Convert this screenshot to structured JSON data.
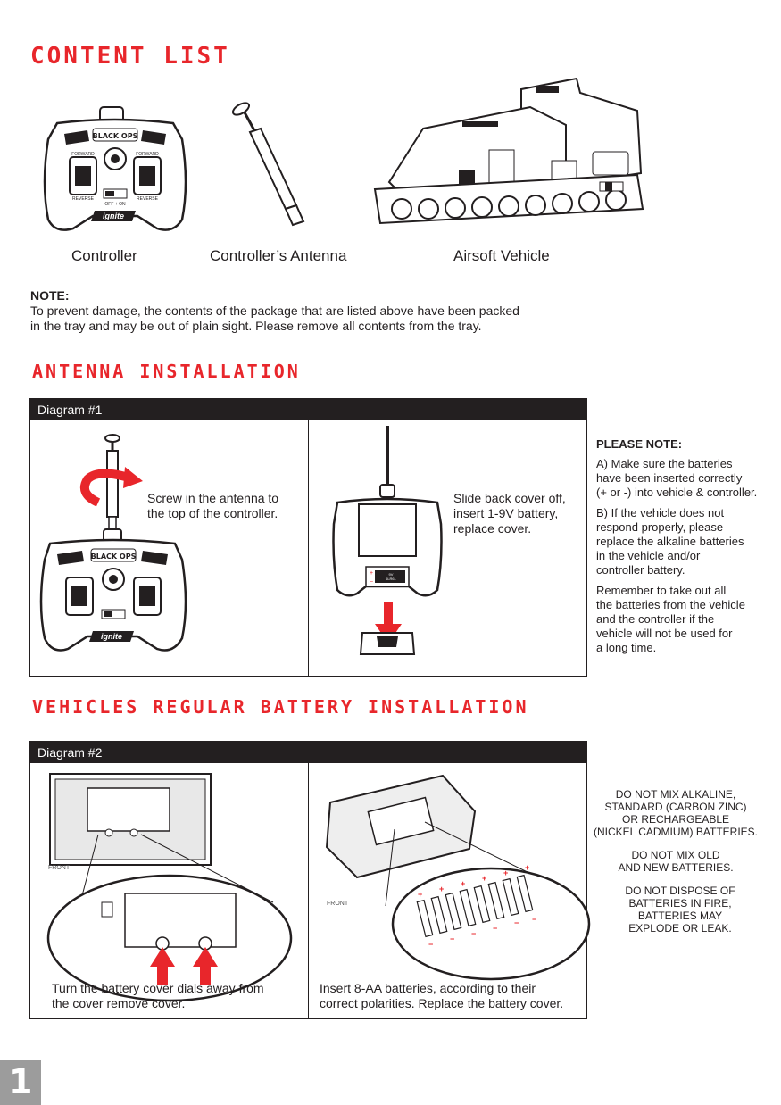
{
  "content_list": {
    "title": "CONTENT LIST",
    "items": [
      {
        "label": "Controller"
      },
      {
        "label": "Controller’s Antenna"
      },
      {
        "label": "Airsoft Vehicle"
      }
    ],
    "controller_brand": "BLACK OPS",
    "controller_logo": "ignite",
    "controller_labels": {
      "forward": "FORWARD",
      "reverse": "REVERSE",
      "switch": "OFF + ON"
    }
  },
  "note": {
    "heading": "NOTE:",
    "line1": "To prevent damage, the contents of the package that are listed above have been packed",
    "line2": "in the tray and may be out of plain sight. Please remove all contents from the tray."
  },
  "antenna": {
    "title": "ANTENNA INSTALLATION",
    "diagram_label": "Diagram #1",
    "left_caption_1": "Screw in the antenna to",
    "left_caption_2": "the top of the controller.",
    "right_caption_1": "Slide back cover off,",
    "right_caption_2": "insert 1-9V battery,",
    "right_caption_3": "replace cover.",
    "battery_labels": [
      "9V",
      "6LR61",
      "6F22"
    ]
  },
  "please_note": {
    "heading": "PLEASE NOTE:",
    "a_lines": [
      "A) Make sure the batteries",
      "have been inserted correctly",
      "(+ or -) into vehicle & controller."
    ],
    "b_lines": [
      "B) If the vehicle does not",
      "respond properly, please",
      "replace the alkaline batteries",
      "in the vehicle and/or",
      "controller battery."
    ],
    "c_lines": [
      "Remember to take out all",
      "the batteries from the vehicle",
      "and the controller if the",
      "vehicle will not be used for",
      "a long time."
    ]
  },
  "battery": {
    "title": "VEHICLES REGULAR BATTERY INSTALLATION",
    "diagram_label": "Diagram #2",
    "front_label": "FRONT",
    "left_caption_1": "Turn the battery cover dials away from",
    "left_caption_2": "the cover remove cover.",
    "right_caption_1": "Insert 8-AA batteries, according to their",
    "right_caption_2": "correct polarities. Replace the battery cover."
  },
  "warnings": {
    "w1": [
      "DO NOT MIX ALKALINE,",
      "STANDARD (CARBON ZINC)",
      "OR RECHARGEABLE",
      "(NICKEL CADMIUM) BATTERIES."
    ],
    "w2": [
      "DO NOT MIX OLD",
      "AND NEW BATTERIES."
    ],
    "w3": [
      "DO NOT DISPOSE OF",
      "BATTERIES IN FIRE,",
      "BATTERIES MAY",
      "EXPLODE OR LEAK."
    ]
  },
  "page_number": "1",
  "colors": {
    "accent": "#e8262b",
    "ink": "#231f20",
    "tab": "#9c9c9c"
  }
}
